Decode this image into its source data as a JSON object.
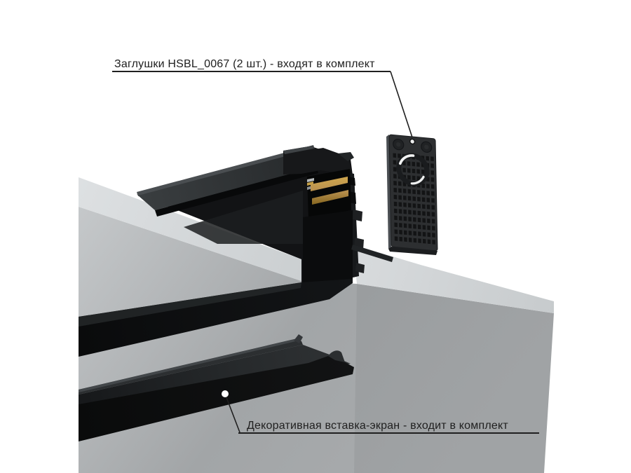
{
  "callouts": {
    "endcaps": {
      "label": "Заглушки HSBL_0067 (2 шт.) - входят в комплект"
    },
    "insert": {
      "label": "Декоративная вставка-экран - входит в комплект"
    }
  },
  "end_cap": {
    "grid_cols": 9,
    "grid_rows": 13,
    "corner_bosses": 2,
    "hanging_holes": 1
  },
  "track": {
    "busbar_count": 2
  },
  "colors": {
    "background": "#ffffff",
    "label_text": "#202020",
    "leader_line": "#1f1f1f",
    "marker_dot": "#ffffff",
    "busbar_gold": "#b8904f",
    "profile_black": "#0c0d0e",
    "slab_light": "#d9dcde",
    "slab_mid": "#a5a8aa",
    "plate_body": "#2d2f31"
  }
}
